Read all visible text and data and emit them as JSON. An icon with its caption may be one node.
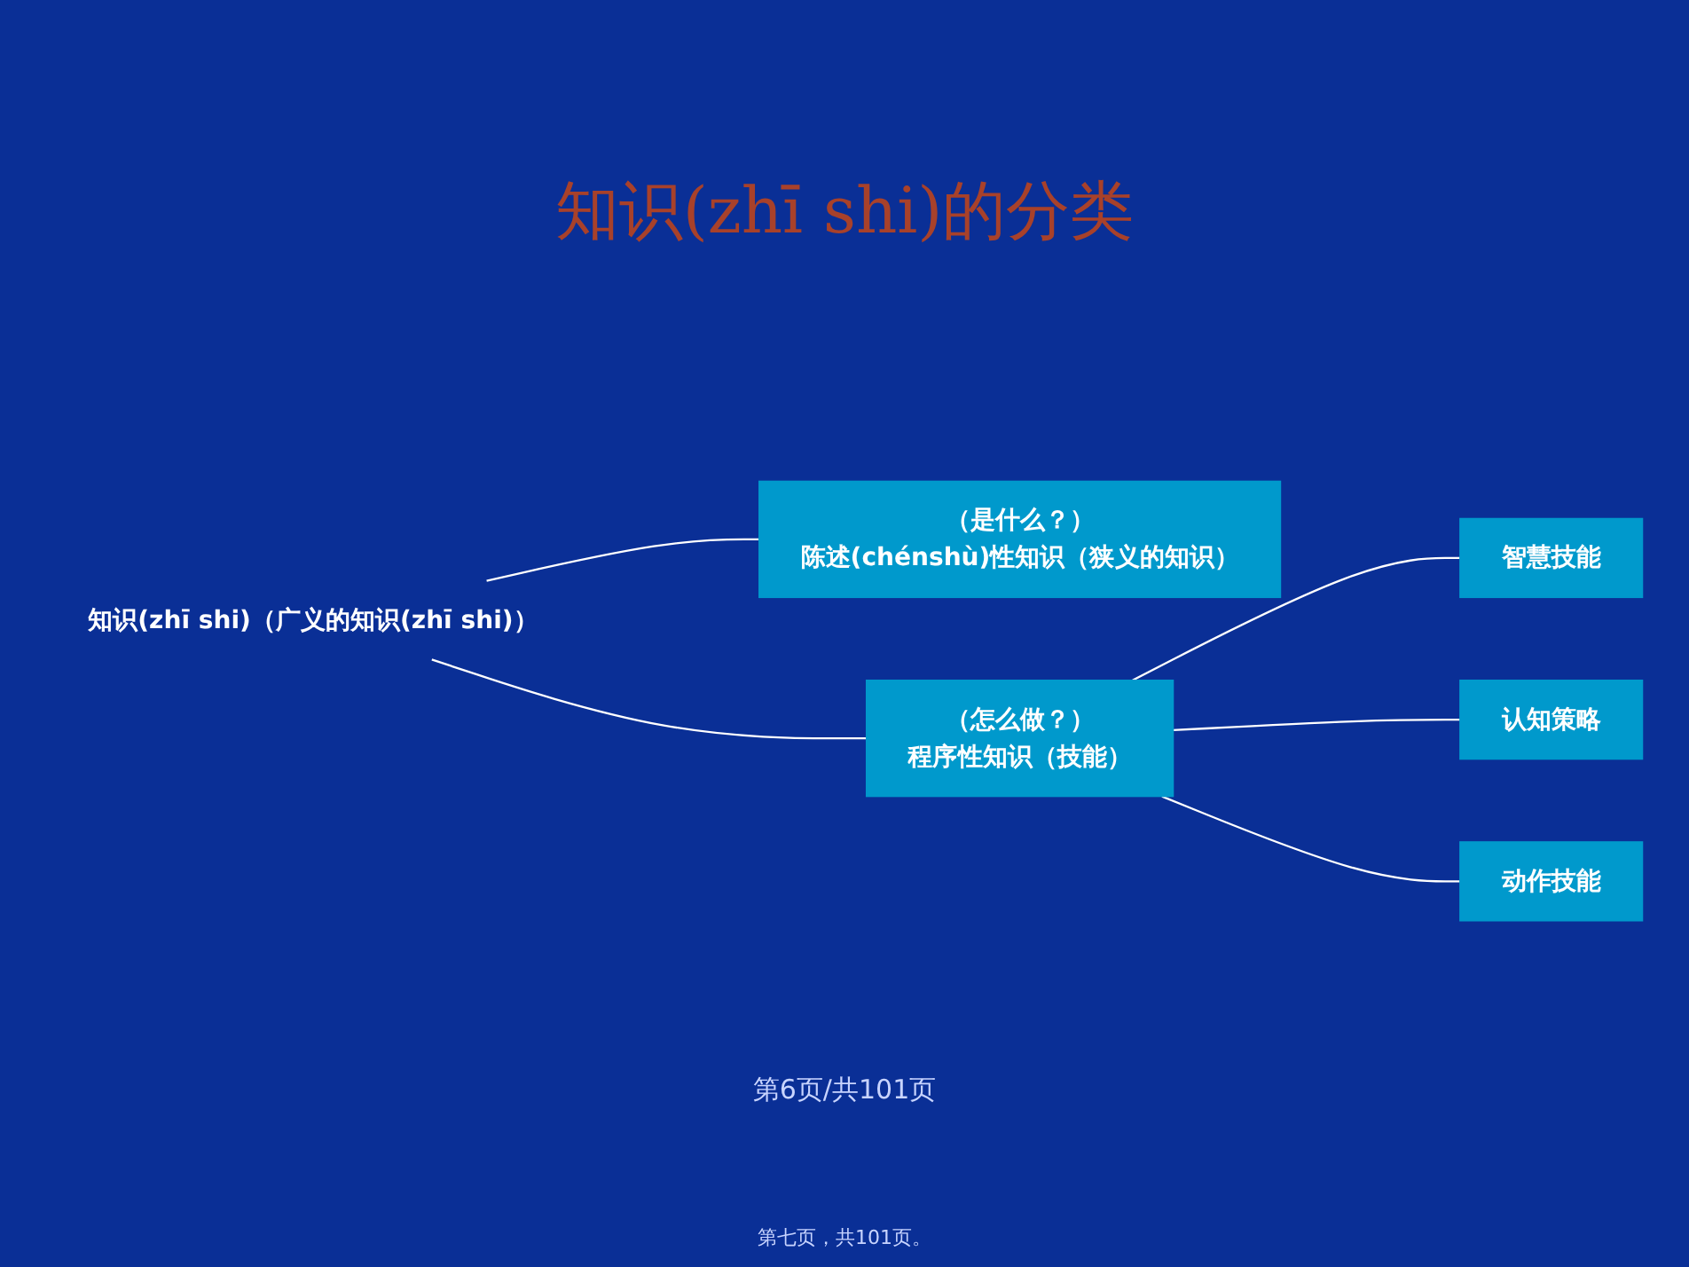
{
  "diagram": {
    "title": "知识(zhī shi)的分类",
    "nodes": [
      {
        "text": [
          "知识(zhī shi)（广义的知识(zhī shi)）"
        ]
      },
      {
        "text": [
          "（是什么？）",
          "陈述(chénshù)性知识（狭义的知识）"
        ]
      },
      {
        "text": [
          "（怎么做？）",
          "程序性知识（技能）"
        ]
      },
      {
        "text": [
          "智慧技能"
        ]
      },
      {
        "text": [
          "认知策略"
        ]
      },
      {
        "text": [
          "动作技能"
        ]
      }
    ],
    "edges": [
      {
        "from": 0,
        "to": 1,
        "arrow": "none"
      },
      {
        "from": 0,
        "to": 2,
        "arrow": "none"
      },
      {
        "from": 2,
        "to": 3,
        "arrow": "none"
      },
      {
        "from": 2,
        "to": 4,
        "arrow": "none"
      },
      {
        "from": 2,
        "to": 5,
        "arrow": "none"
      }
    ],
    "labels": [
      "第6页/共101页",
      "第七页，共101页。"
    ]
  }
}
